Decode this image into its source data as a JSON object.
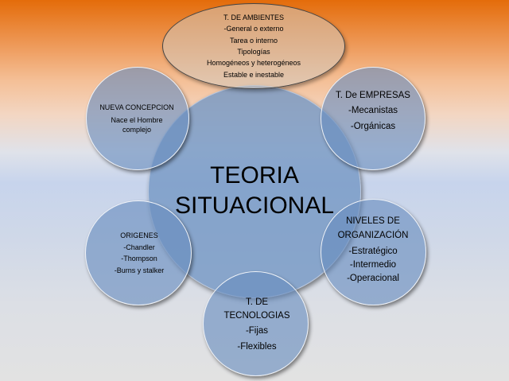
{
  "center": {
    "lines": [
      "TEORIA",
      "SITUACIONAL"
    ]
  },
  "ambientes": {
    "title": "T. DE AMBIENTES",
    "items": [
      "-General o externo",
      "Tarea o interno",
      "Tipologías",
      "Homogéneos y heterogéneos",
      "Estable e inestable"
    ]
  },
  "empresas": {
    "title": "T. De EMPRESAS",
    "items": [
      "-Mecanistas",
      "-Orgánicas"
    ]
  },
  "niveles": {
    "title_lines": [
      "NIVELES DE",
      "ORGANIZACIÓN"
    ],
    "items": [
      "-Estratégico",
      "-Intermedio",
      "-Operacional"
    ]
  },
  "tecnologias": {
    "title_lines": [
      "T. DE",
      "TECNOLOGIAS"
    ],
    "items": [
      "-Fijas",
      "-Flexibles"
    ]
  },
  "origenes": {
    "title": "ORIGENES",
    "items": [
      "-Chandler",
      "-Thompson",
      "-Burns y stalker"
    ]
  },
  "nueva": {
    "title": "NUEVA CONCEPCION",
    "text": "Nace el Hombre complejo"
  },
  "colors": {
    "background_top": "#e46c0a",
    "background_bottom": "#e2e2e2",
    "circle_fill": "#7698c5"
  }
}
